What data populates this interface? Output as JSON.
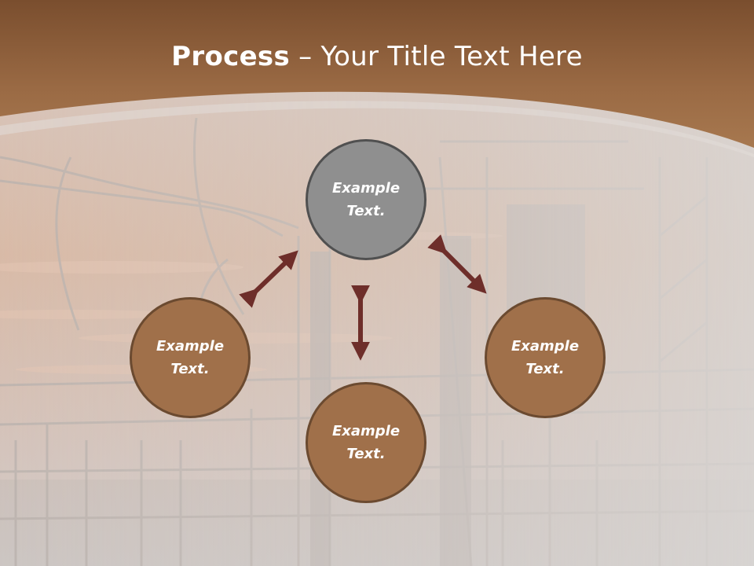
{
  "slide": {
    "title_bold": "Process",
    "title_rest": " – Your Title Text Here"
  },
  "nodes": {
    "top": {
      "line1": "Example",
      "line2": "Text."
    },
    "left": {
      "line1": "Example",
      "line2": "Text."
    },
    "right": {
      "line1": "Example",
      "line2": "Text."
    },
    "bottom": {
      "line1": "Example",
      "line2": "Text."
    }
  },
  "colors": {
    "header": "#8a5a35",
    "node_fill": "#a0704a",
    "node_center": "#8f8f8f",
    "arrow": "#6e2e2a"
  }
}
